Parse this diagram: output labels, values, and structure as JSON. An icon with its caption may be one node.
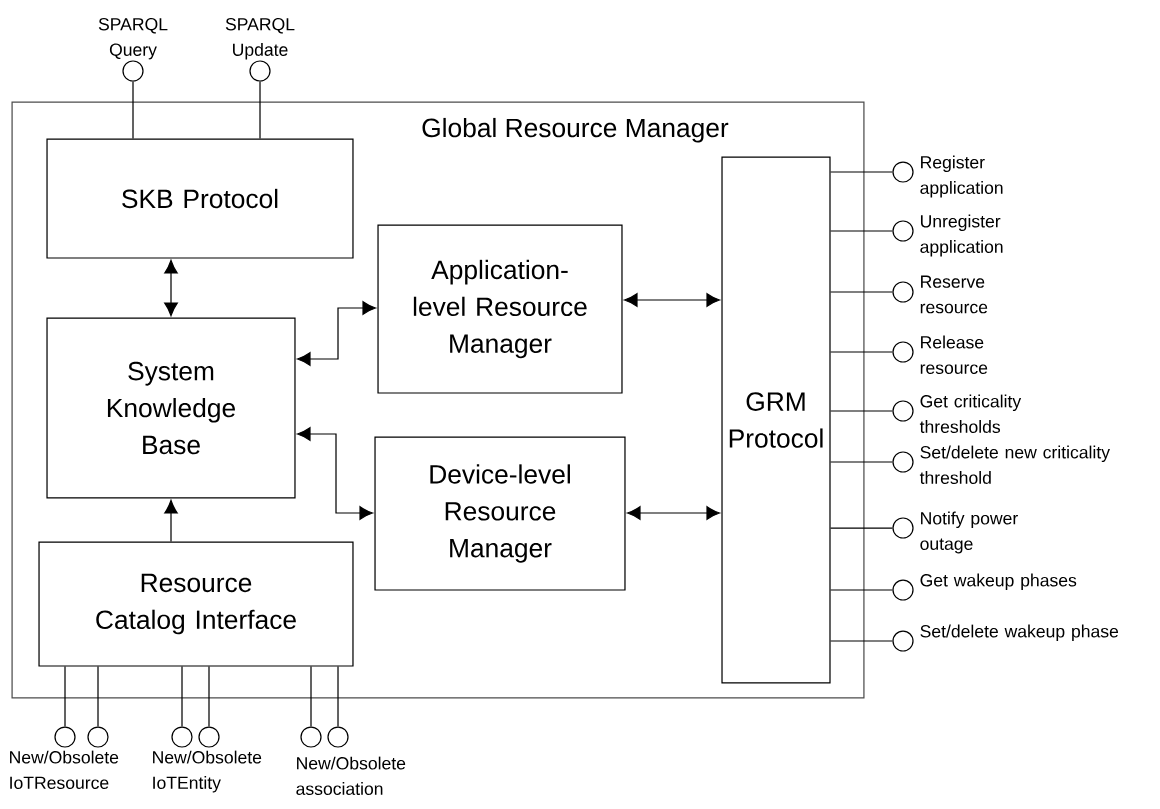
{
  "diagram": {
    "nodes": [
      {
        "text": [
          "Global Resource Manager"
        ]
      },
      {
        "text": [
          "SKB Protocol"
        ],
        "in": 0
      },
      {
        "text": [
          "System Knowledge Base"
        ],
        "in": 0
      },
      {
        "text": [
          "Application-level Resource Manager"
        ],
        "in": 0
      },
      {
        "text": [
          "Device-level Resource Manager"
        ],
        "in": 0
      },
      {
        "text": [
          "GRM Protocol"
        ],
        "in": 0
      },
      {
        "text": [
          "Resource Catalog Interface"
        ],
        "in": 0
      },
      {
        "text": [],
        "shape": "circle",
        "beside": [
          "SPARQL Query"
        ]
      },
      {
        "text": [],
        "shape": "circle",
        "beside": [
          "SPARQL Update"
        ]
      },
      {
        "text": [],
        "shape": "circle",
        "beside": [
          "Register application"
        ]
      },
      {
        "text": [],
        "shape": "circle",
        "beside": [
          "Unregister application"
        ]
      },
      {
        "text": [],
        "shape": "circle",
        "beside": [
          "Reserve resource"
        ]
      },
      {
        "text": [],
        "shape": "circle",
        "beside": [
          "Release resource"
        ]
      },
      {
        "text": [],
        "shape": "circle",
        "beside": [
          "Get criticality thresholds"
        ]
      },
      {
        "text": [],
        "shape": "circle",
        "beside": [
          "Set/delete new criticality threshold"
        ]
      },
      {
        "text": [],
        "shape": "circle",
        "beside": [
          "Notify power outage"
        ]
      },
      {
        "text": [],
        "shape": "circle",
        "beside": [
          "Get wakeup phases"
        ]
      },
      {
        "text": [],
        "shape": "circle",
        "beside": [
          "Set/delete wakeup phase"
        ]
      },
      {
        "text": [],
        "shape": "circle",
        "beside": [
          "New/Obsolete IoTResource"
        ]
      },
      {
        "text": [],
        "shape": "circle"
      },
      {
        "text": [],
        "shape": "circle",
        "beside": [
          "New/Obsolete IoTEntity"
        ]
      },
      {
        "text": [],
        "shape": "circle"
      },
      {
        "text": [],
        "shape": "circle",
        "beside": [
          "New/Obsolete association"
        ]
      },
      {
        "text": [],
        "shape": "circle"
      }
    ],
    "edges": [
      {
        "from": 1,
        "to": 2,
        "arrow": "both"
      },
      {
        "from": 2,
        "to": 3,
        "arrow": "both"
      },
      {
        "from": 2,
        "to": 4,
        "arrow": "both"
      },
      {
        "from": 3,
        "to": 5,
        "arrow": "both"
      },
      {
        "from": 4,
        "to": 5,
        "arrow": "both"
      },
      {
        "from": 6,
        "to": 2,
        "arrow": "to"
      },
      {
        "from": 1,
        "to": 7,
        "arrow": "none"
      },
      {
        "from": 1,
        "to": 8,
        "arrow": "none"
      },
      {
        "from": 5,
        "to": 9,
        "arrow": "none"
      },
      {
        "from": 5,
        "to": 10,
        "arrow": "none"
      },
      {
        "from": 5,
        "to": 11,
        "arrow": "none"
      },
      {
        "from": 5,
        "to": 12,
        "arrow": "none"
      },
      {
        "from": 5,
        "to": 13,
        "arrow": "none"
      },
      {
        "from": 5,
        "to": 14,
        "arrow": "none"
      },
      {
        "from": 5,
        "to": 15,
        "arrow": "none"
      },
      {
        "from": 5,
        "to": 16,
        "arrow": "none"
      },
      {
        "from": 5,
        "to": 17,
        "arrow": "none"
      },
      {
        "from": 6,
        "to": 18,
        "arrow": "none"
      },
      {
        "from": 6,
        "to": 19,
        "arrow": "none"
      },
      {
        "from": 6,
        "to": 20,
        "arrow": "none"
      },
      {
        "from": 6,
        "to": 21,
        "arrow": "none"
      },
      {
        "from": 6,
        "to": 22,
        "arrow": "none"
      },
      {
        "from": 6,
        "to": 23,
        "arrow": "none"
      }
    ]
  }
}
